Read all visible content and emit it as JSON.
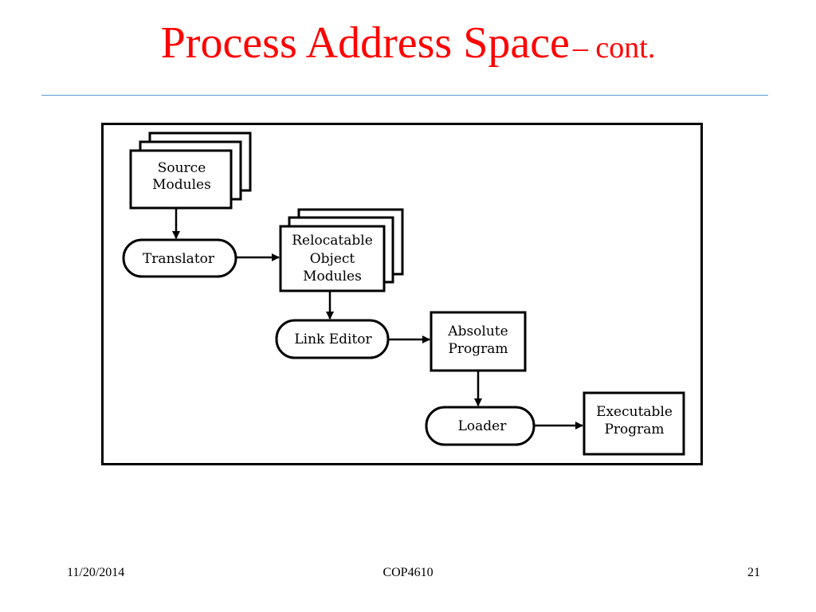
{
  "slide": {
    "title_main": "Process Address Space",
    "title_sub": "– cont."
  },
  "diagram": {
    "source_modules": [
      "Source",
      "Modules"
    ],
    "translator": "Translator",
    "relocatable_object_modules": [
      "Relocatable",
      "Object",
      "Modules"
    ],
    "link_editor": "Link Editor",
    "absolute_program": [
      "Absolute",
      "Program"
    ],
    "loader": "Loader",
    "executable_program": [
      "Executable",
      "Program"
    ]
  },
  "footer": {
    "date": "11/20/2014",
    "course": "COP4610",
    "page_number": "21"
  }
}
